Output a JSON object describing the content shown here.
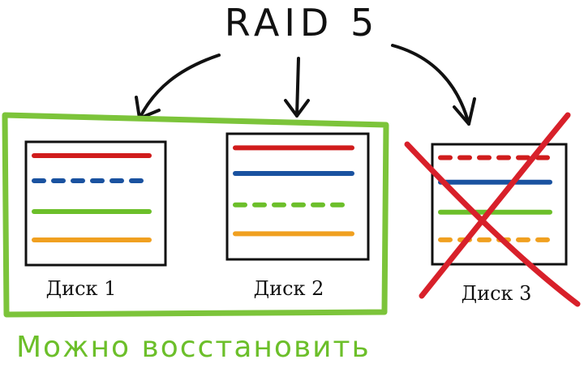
{
  "title": "RAID 5",
  "caption": "Можно восстановить",
  "colors": {
    "red": "#d01c1c",
    "blue": "#1a52a0",
    "green": "#6cbf2a",
    "orange": "#f0a020",
    "group_border": "#7cc43a",
    "cross": "#d8202a",
    "ink": "#111111"
  },
  "disks": [
    {
      "label": "Диск 1",
      "failed": false,
      "stripes": [
        {
          "color": "red",
          "style": "solid"
        },
        {
          "color": "blue",
          "style": "dashed"
        },
        {
          "color": "green",
          "style": "solid"
        },
        {
          "color": "orange",
          "style": "solid"
        }
      ]
    },
    {
      "label": "Диск 2",
      "failed": false,
      "stripes": [
        {
          "color": "red",
          "style": "solid"
        },
        {
          "color": "blue",
          "style": "solid"
        },
        {
          "color": "green",
          "style": "dashed"
        },
        {
          "color": "orange",
          "style": "solid"
        }
      ]
    },
    {
      "label": "Диск 3",
      "failed": true,
      "stripes": [
        {
          "color": "red",
          "style": "dashed"
        },
        {
          "color": "blue",
          "style": "solid"
        },
        {
          "color": "green",
          "style": "solid"
        },
        {
          "color": "orange",
          "style": "dashed"
        }
      ]
    }
  ]
}
